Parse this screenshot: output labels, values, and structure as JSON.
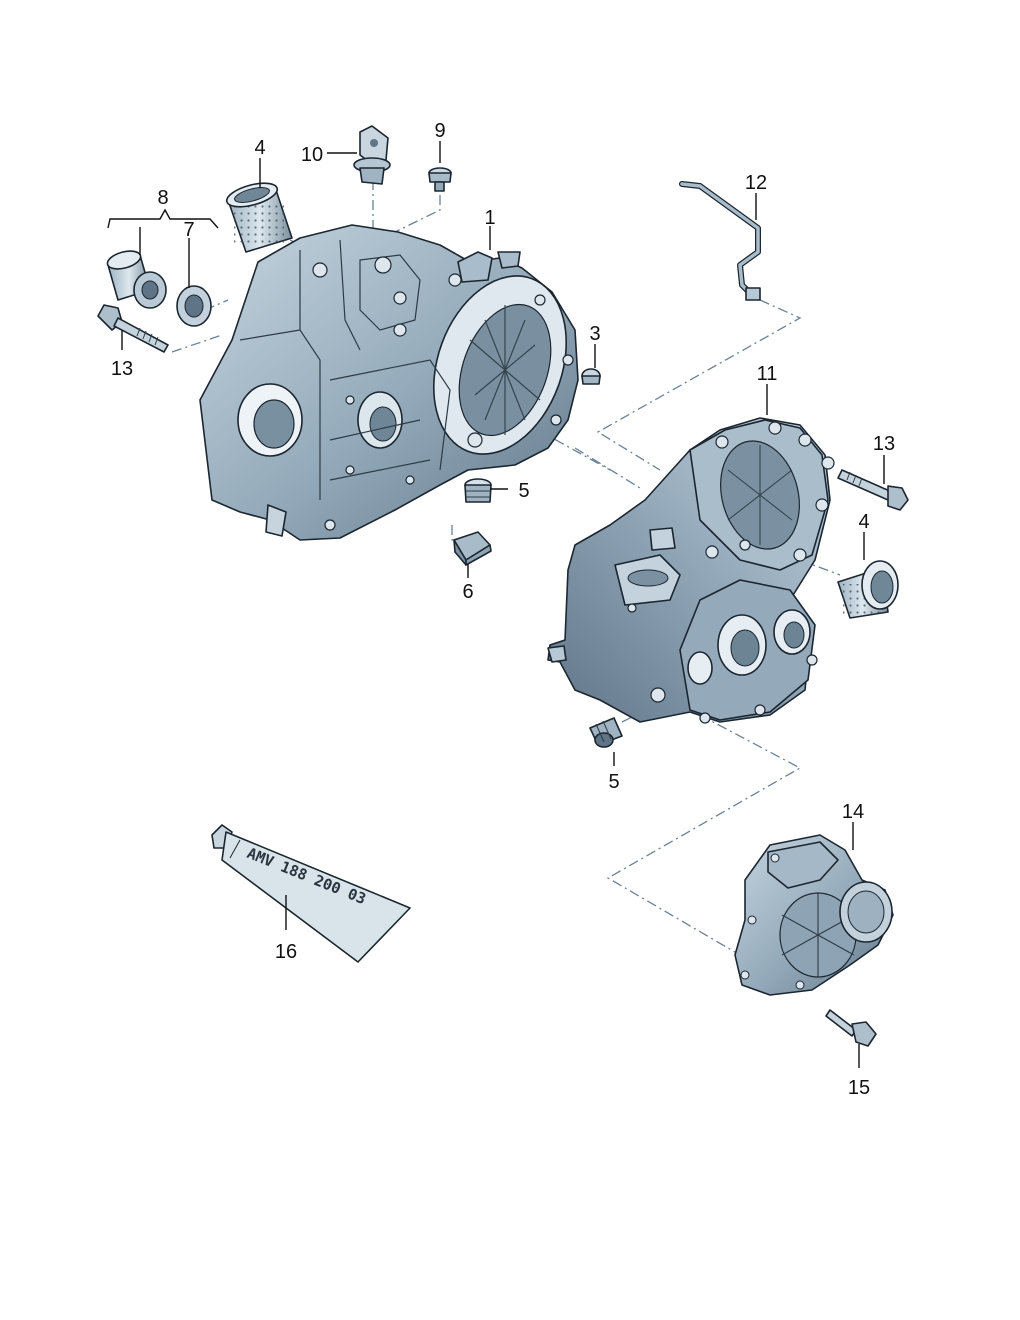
{
  "colors": {
    "body_light": "#b8c9d6",
    "body_mid": "#8ea4b4",
    "body_dark": "#5e7484",
    "outline": "#1b2630",
    "phantom_line": "#6a8196",
    "label": "#111111"
  },
  "parts": [
    {
      "id": "p1",
      "label": "1",
      "name": "gearbox housing"
    },
    {
      "id": "p3",
      "label": "3"
    },
    {
      "id": "p4a",
      "label": "4"
    },
    {
      "id": "p4b",
      "label": "4"
    },
    {
      "id": "p5a",
      "label": "5"
    },
    {
      "id": "p5b",
      "label": "5"
    },
    {
      "id": "p6",
      "label": "6"
    },
    {
      "id": "p7",
      "label": "7"
    },
    {
      "id": "p8",
      "label": "8"
    },
    {
      "id": "p9",
      "label": "9"
    },
    {
      "id": "p10",
      "label": "10"
    },
    {
      "id": "p11",
      "label": "11"
    },
    {
      "id": "p12",
      "label": "12"
    },
    {
      "id": "p13a",
      "label": "13"
    },
    {
      "id": "p13b",
      "label": "13"
    },
    {
      "id": "p14",
      "label": "14"
    },
    {
      "id": "p15",
      "label": "15"
    },
    {
      "id": "p16",
      "label": "16"
    }
  ],
  "tube": {
    "marking": "AMV 188 200 03"
  }
}
